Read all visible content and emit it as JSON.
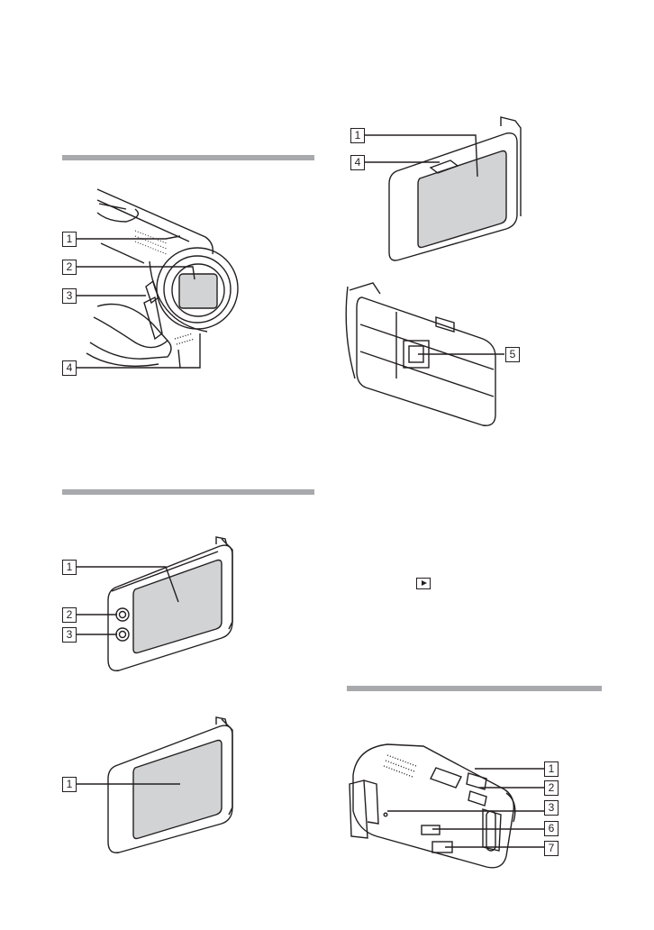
{
  "sections": [
    {
      "id": "front",
      "callouts": [
        "1",
        "2",
        "3",
        "4"
      ]
    },
    {
      "id": "lcd-screen",
      "callouts": [
        "1",
        "2",
        "3"
      ]
    },
    {
      "id": "lcd-screen-alt",
      "callouts": [
        "1"
      ]
    },
    {
      "id": "lcd-open",
      "callouts": [
        "1",
        "4"
      ]
    },
    {
      "id": "lcd-closed",
      "callouts": [
        "5"
      ]
    },
    {
      "id": "rear",
      "callouts": [
        "1",
        "2",
        "3",
        "6",
        "7"
      ]
    }
  ],
  "icons": {
    "playback": "play-icon"
  }
}
